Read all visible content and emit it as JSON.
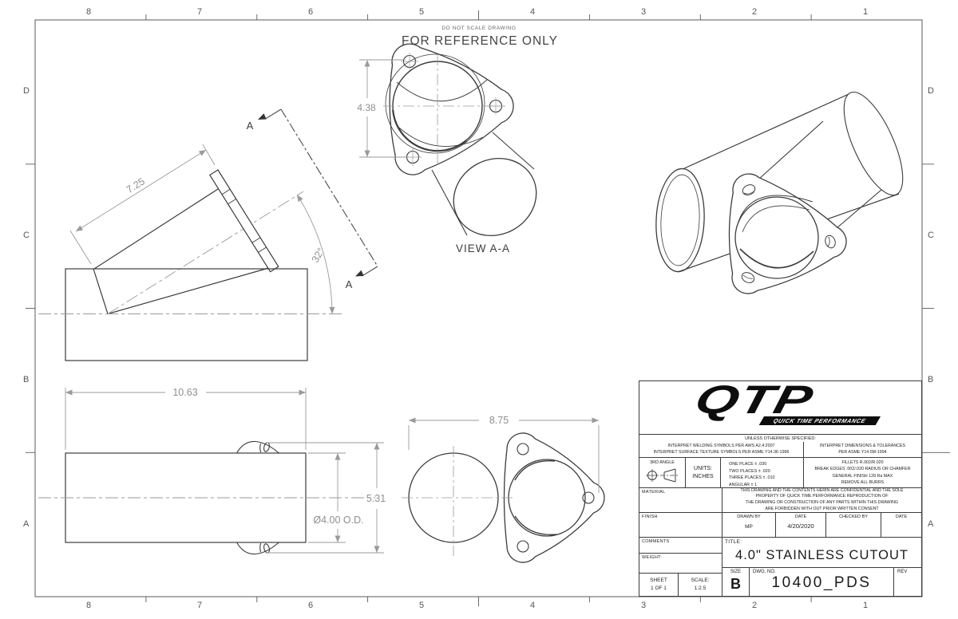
{
  "sheet": {
    "do_not_scale": "DO NOT SCALE DRAWING",
    "reference_note": "FOR REFERENCE ONLY",
    "zone_numbers": [
      "8",
      "7",
      "6",
      "5",
      "4",
      "3",
      "2",
      "1"
    ],
    "zone_letters": [
      "D",
      "C",
      "B",
      "A"
    ]
  },
  "views": {
    "section_view": {
      "label_a": "A",
      "dim_branch_length": "7.25",
      "dim_branch_angle": "32°"
    },
    "view_aa": {
      "caption": "VIEW A-A",
      "dim_flange": "4.38"
    },
    "top_view": {
      "dim_width": "8.75"
    },
    "side_view": {
      "dim_length": "10.63",
      "dim_height": "5.31",
      "dim_od": "Ø4.00 O.D."
    }
  },
  "title_block": {
    "logo_text": "QTP",
    "logo_subtext": "QUICK TIME PERFORMANCE",
    "unless": "UNLESS OTHERWISE SPECIFIED:",
    "interpret_welding": "INTERPRET WELDING SYMBOLS PER AWS A2.4:2007",
    "interpret_surface": "INTERPRET SURFACE TEXTURE SYMBOLS PER ASME Y14.36-1996",
    "interpret_dims_1": "INTERPRET DIMENSIONS & TOLERANCES",
    "interpret_dims_2": "PER ASME Y14.5M-1994",
    "third_angle": "3RD ANGLE",
    "units_label": "UNITS:",
    "units_value": "INCHES",
    "tol_one": "ONE PLACE ± .030",
    "tol_two": "TWO PLACES ± .020",
    "tol_three": "THREE PLACES ± .010",
    "tol_angular": "ANGULAR ± 1",
    "fillets": "FILLETS R.002/R.020",
    "break_edges": "BREAK EDGES .002/.020 RADIUS OR CHAMFER",
    "finish_note": "GENERAL FINISH 128 Ra MAX",
    "burrs": "REMOVE ALL BURRS",
    "material_label": "MATERIAL",
    "finish_label": "FINISH",
    "comments_label": "COMMENTS",
    "weight_label": "WEIGHT:",
    "confidential_l1": "THIS DRAWING AND THE CONTENTS HERIN ARE CONFIDENTIAL AND THE SOLE",
    "confidential_l2": "PROPERTY OF QUICK TIME PERFORMANCE REPRODUCTION OF",
    "confidential_l3": "THE DRAWING OR CONSTRUCTION OF ANY PARTS WITHIN THIS DRAWING",
    "confidential_l4": "ARE FORBIDDEN WITH OUT PRIOR WRITTEN CONSENT",
    "drawn_by_label": "DRAWN BY",
    "drawn_by_value": "MP",
    "date_label": "DATE",
    "date_value": "4/20/2020",
    "checked_by_label": "CHECKED BY",
    "checked_date_label": "DATE",
    "title_label": "TITLE:",
    "title_value": "4.0\" STAINLESS CUTOUT",
    "size_label": "SIZE",
    "size_value": "B",
    "dwg_label": "DWG. NO.",
    "dwg_value": "10400_PDS",
    "rev_label": "REV",
    "sheet_label": "SHEET",
    "sheet_value": "1 OF 1",
    "scale_label": "SCALE:",
    "scale_value": "1:2.5"
  },
  "colors": {
    "line": "#3c3c3c",
    "dimension": "#9a9a9a",
    "logo": "#0d0d0d",
    "background": "#ffffff"
  }
}
